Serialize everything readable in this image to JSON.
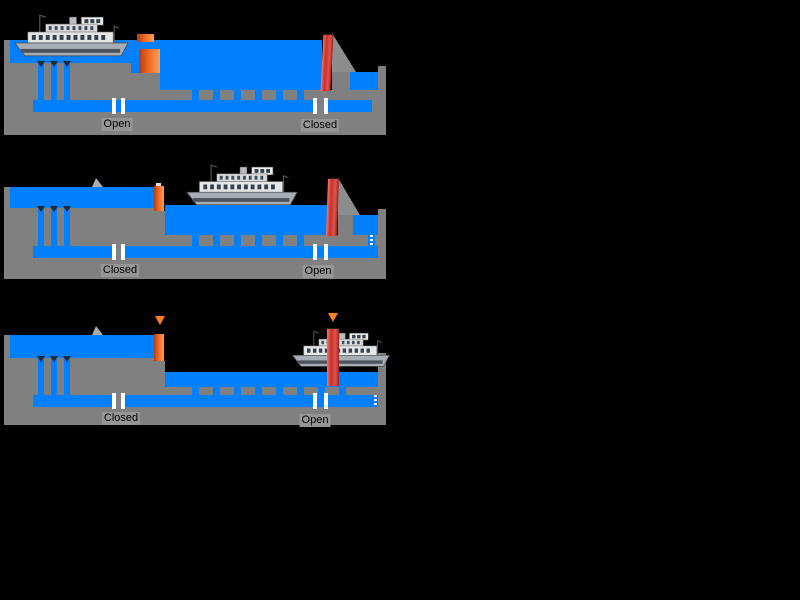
{
  "colors": {
    "water": "#0080FF",
    "ground": "#808080",
    "gate_red": "#C9302C",
    "gate_orange": "#EE6A24",
    "valve_white": "#FFFFFF",
    "background": "#000000",
    "label_bg": "#969696"
  },
  "panels": [
    {
      "id": "stage-1",
      "left_valve": {
        "label": "Open",
        "state": "open"
      },
      "right_valve": {
        "label": "Closed",
        "state": "closed"
      },
      "upper_gate_state": "open",
      "lower_gate_state": "closed",
      "ship_position": "upper-pool"
    },
    {
      "id": "stage-2",
      "left_valve": {
        "label": "Closed",
        "state": "closed"
      },
      "right_valve": {
        "label": "Open",
        "state": "open"
      },
      "upper_gate_state": "closed",
      "lower_gate_state": "closed",
      "ship_position": "lock-chamber"
    },
    {
      "id": "stage-3",
      "left_valve": {
        "label": "Closed",
        "state": "closed"
      },
      "right_valve": {
        "label": "Open",
        "state": "open"
      },
      "upper_gate_state": "closed",
      "lower_gate_state": "open",
      "ship_position": "lower-pool"
    }
  ]
}
